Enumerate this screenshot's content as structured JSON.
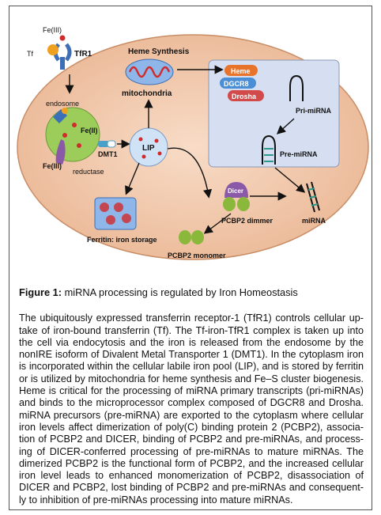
{
  "figure": {
    "labels": {
      "fe3_top": "Fe(III)",
      "tf": "Tf",
      "tfr1": "TfR1",
      "heme_synthesis": "Heme Synthesis",
      "mitochondria": "mitochondria",
      "endosome": "endosome",
      "fe2": "Fe(II)",
      "fe3_endosome": "Fe(III)",
      "dmt1": "DMT1",
      "reductase": "reductase",
      "lip": "LIP",
      "ferritin": "Ferritin: iron storage",
      "heme_pill": "Heme",
      "dgcr8_pill": "DGCR8",
      "drosha_pill": "Drosha",
      "pri_mirna": "Pri-miRNA",
      "pre_mirna": "Pre-miRNA",
      "dicer": "Dicer",
      "pcbp2_dimmer": "PCBP2 dimmer",
      "pcbp2_monomer": "PCBP2 monomer",
      "mirna": "miRNA"
    },
    "colors": {
      "cell": "#f2c9ad",
      "nucleus": "#d6dff1",
      "endosome": "#9ccc5a",
      "lip": "#cfe2f6",
      "heme_pill": "#e8742c",
      "dgcr8_pill": "#4a8ed6",
      "drosha_pill": "#d24a4a",
      "mito": "#8fb6e8"
    }
  },
  "caption": {
    "label": "Figure 1:",
    "title": "miRNA processing is regulated by Iron Homeostasis",
    "body": "The ubiquitously expressed transferrin receptor-1 (TfR1) controls cellular up-take of iron-bound transferrin (Tf). The Tf-iron-TfR1 complex is taken up into the cell via endocytosis and the iron is released from the endosome by the nonIRE isoform of Divalent Metal Transporter 1 (DMT1). In the cytoplasm iron is incorporated within the cellular labile iron pool (LIP), and is stored by ferritin or is utilized by mitochondria for heme synthesis and Fe–S cluster biogenesis. Heme is critical for the processing of miRNA primary transcripts (pri-miRNAs) and binds to the microprocessor complex composed of DGCR8 and Drosha. miRNA precursors (pre-miRNA) are exported to the cytoplasm where cellular iron levels affect dimerization of poly(C) binding protein 2 (PCBP2), associa-tion of PCBP2 and DICER, binding of PCBP2 and pre-miRNAs, and process-ing of DICER-conferred processing of pre-miRNAs to mature miRNAs. The dimerized PCBP2 is the functional form of PCBP2, and the increased cellular iron level leads to enhanced monomerization of PCBP2, disassociation of DICER and PCBP2, lost binding of PCBP2 and pre-miRNAs and consequent-ly to inhibition of pre-miRNAs processing into mature miRNAs."
  }
}
